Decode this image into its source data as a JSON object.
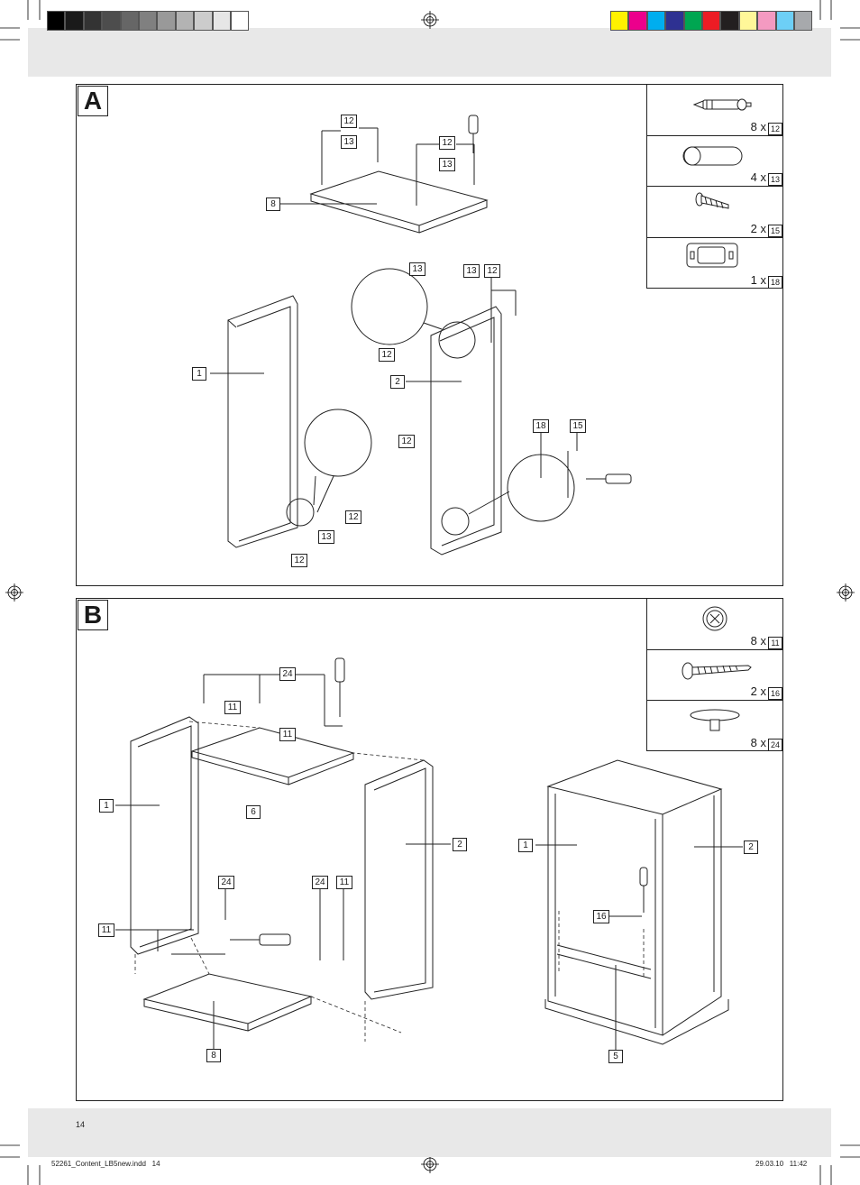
{
  "print_marks": {
    "gray_swatches": [
      "#000000",
      "#1a1a1a",
      "#333333",
      "#4d4d4d",
      "#666666",
      "#808080",
      "#999999",
      "#b3b3b3",
      "#cccccc",
      "#e6e6e6",
      "#ffffff"
    ],
    "color_swatches": [
      "#fff200",
      "#ec008c",
      "#00aeef",
      "#2e3192",
      "#00a651",
      "#ed1c24",
      "#231f20",
      "#fff799",
      "#f49ac1",
      "#6dcff6",
      "#a7a9ac"
    ]
  },
  "sectionA": {
    "tag": "A",
    "parts": [
      {
        "count": "8 x",
        "num": "12"
      },
      {
        "count": "4 x",
        "num": "13"
      },
      {
        "count": "2 x",
        "num": "15"
      },
      {
        "count": "1 x",
        "num": "18"
      }
    ],
    "labels": [
      "12",
      "13",
      "12",
      "13",
      "8",
      "13",
      "13",
      "12",
      "12",
      "1",
      "2",
      "12",
      "18",
      "15",
      "12",
      "13",
      "12"
    ]
  },
  "sectionB": {
    "tag": "B",
    "parts": [
      {
        "count": "8 x",
        "num": "11"
      },
      {
        "count": "2 x",
        "num": "16"
      },
      {
        "count": "8 x",
        "num": "24"
      }
    ],
    "labels": [
      "24",
      "11",
      "11",
      "1",
      "6",
      "2",
      "24",
      "24",
      "11",
      "11",
      "8",
      "1",
      "2",
      "16",
      "5"
    ]
  },
  "page_number": "14",
  "footer_left": "52261_Content_LB5new.indd   14",
  "footer_right": "29.03.10   11:42"
}
